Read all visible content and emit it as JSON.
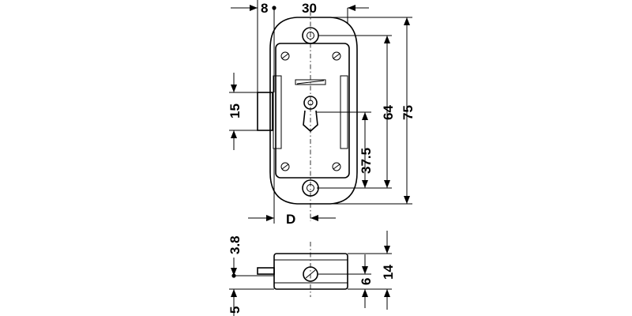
{
  "drawing": {
    "dimensions": {
      "top_small": "8",
      "top_width": "30",
      "left_height": "15",
      "right_inner": "64",
      "right_outer": "75",
      "center_height": "37.5",
      "bottom_d": "D",
      "side_top": "3.8",
      "side_bottom": "5",
      "side_inner": "6",
      "side_outer": "14"
    }
  }
}
